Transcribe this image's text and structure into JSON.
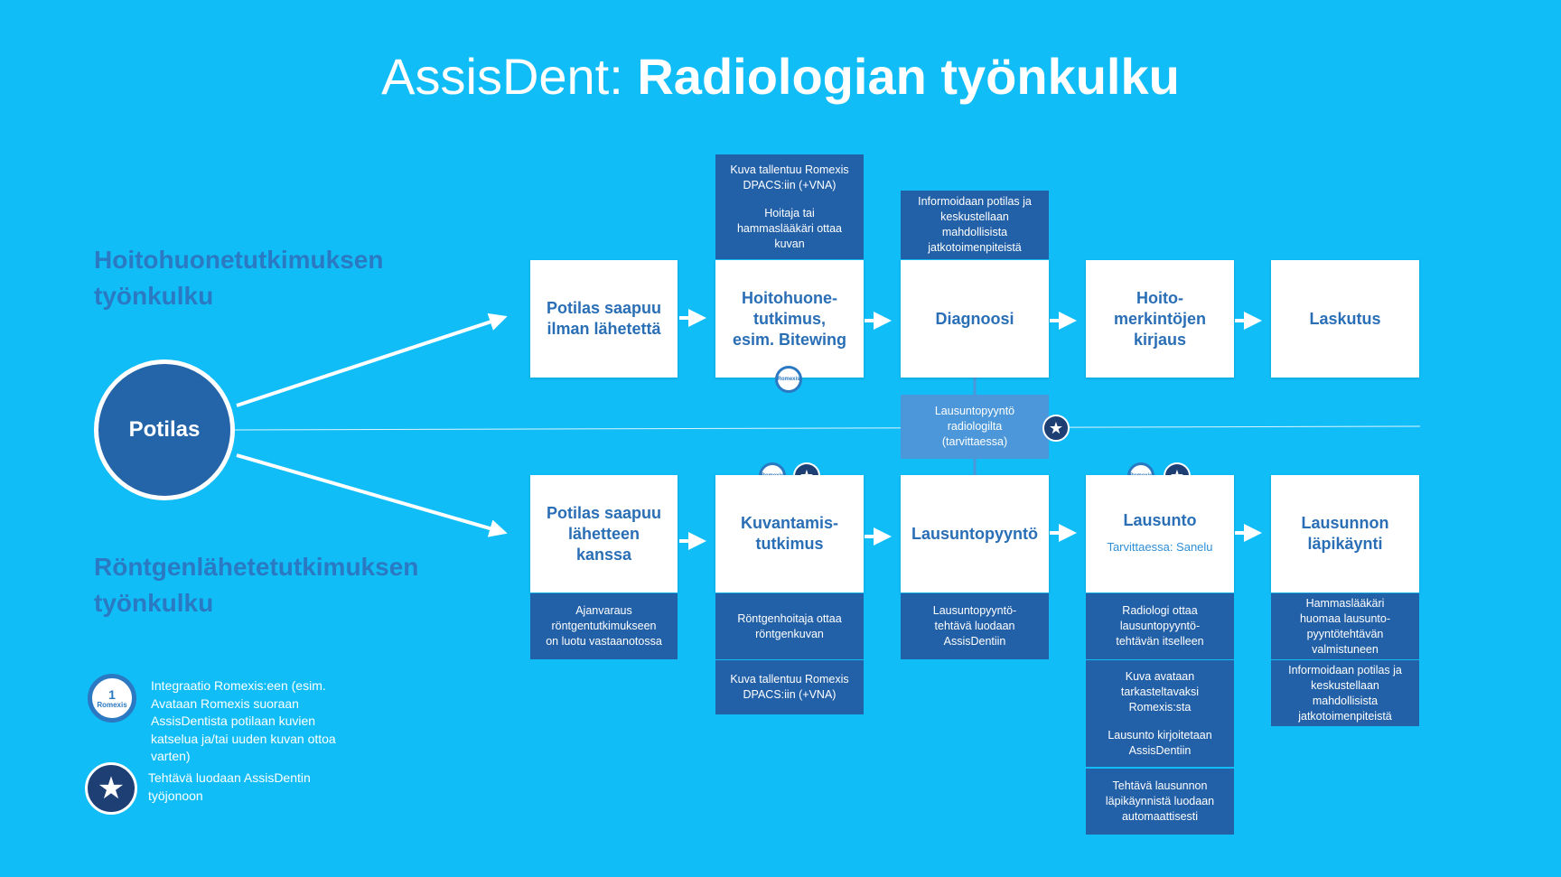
{
  "title": {
    "light": "AssisDent:",
    "bold": "Radiologian työnkulku"
  },
  "lanes": {
    "top": {
      "line1": "Hoitohuonetutkimuksen",
      "line2": "työnkulku"
    },
    "bottom": {
      "line1": "Röntgenlähetetutkimuksen",
      "line2": "työnkulku"
    }
  },
  "patient": {
    "label": "Potilas"
  },
  "top_steps": [
    {
      "lines": [
        "Potilas saapuu",
        "ilman lähetettä"
      ]
    },
    {
      "lines": [
        "Hoitohuone-",
        "tutkimus,",
        "esim. Bitewing"
      ]
    },
    {
      "lines": [
        "Diagnoosi"
      ]
    },
    {
      "lines": [
        "Hoito-",
        "merkintöjen",
        "kirjaus"
      ]
    },
    {
      "lines": [
        "Laskutus"
      ]
    }
  ],
  "top_notes": {
    "kuvaus": {
      "p1": [
        "Kuva tallentuu Romexis",
        "DPACS:iin (+VNA)"
      ],
      "p2": [
        "Hoitaja tai",
        "hammaslääkäri ottaa",
        "kuvan"
      ]
    },
    "diagnoosi": [
      "Informoidaan potilas ja",
      "keskustellaan",
      "mahdollisista",
      "jatkotoimenpiteistä"
    ]
  },
  "middle_note": [
    "Lausuntopyyntö",
    "radiologilta",
    "(tarvittaessa)"
  ],
  "bottom_steps": [
    {
      "lines": [
        "Potilas saapuu",
        "lähetteen",
        "kanssa"
      ]
    },
    {
      "lines": [
        "Kuvantamis-",
        "tutkimus"
      ]
    },
    {
      "lines": [
        "Lausuntopyyntö"
      ]
    },
    {
      "lines": [
        "Lausunto"
      ],
      "sub": "Tarvittaessa: Sanelu"
    },
    {
      "lines": [
        "Lausunnon",
        "läpikäynti"
      ]
    }
  ],
  "bottom_notes": {
    "ajanvaraus": [
      "Ajanvaraus",
      "röntgentutkimukseen",
      "on luotu vastaanotossa"
    ],
    "kuvantaminen1": [
      "Röntgenhoitaja ottaa",
      "röntgenkuvan"
    ],
    "kuvantaminen2": [
      "Kuva tallentuu Romexis",
      "DPACS:iin (+VNA)"
    ],
    "lausuntopyynto": [
      "Lausuntopyyntö-",
      "tehtävä luodaan",
      "AssisDentiin"
    ],
    "lausunto1": [
      "Radiologi ottaa",
      "lausuntopyyntö-",
      "tehtävän itselleen"
    ],
    "lausunto2a": [
      "Kuva avataan",
      "tarkasteltavaksi",
      "Romexis:sta"
    ],
    "lausunto2b": [
      "Lausunto kirjoitetaan",
      "AssisDentiin"
    ],
    "lausunto3": [
      "Tehtävä lausunnon",
      "läpikäynnistä luodaan",
      "automaattisesti"
    ],
    "lapikaynti1": [
      "Hammaslääkäri",
      "huomaa lausunto-",
      "pyyntötehtävän",
      "valmistuneen"
    ],
    "lapikaynti2": [
      "Informoidaan potilas ja",
      "keskustellaan",
      "mahdollisista",
      "jatkotoimenpiteistä"
    ]
  },
  "legend": {
    "romexis_text": [
      "Integraatio Romexis:een (esim.",
      "Avataan Romexis suoraan",
      "AssisDentista potilaan kuvien",
      "katselua ja/tai uuden kuvan ottoa",
      "varten)"
    ],
    "star_text": [
      "Tehtävä luodaan AssisDentin",
      "työjonoon"
    ],
    "romexis_icon_number": "1",
    "romexis_icon_label": "Romexis"
  },
  "icons": {
    "romexis": "romexis-integration-icon",
    "star": "worklist-star-icon",
    "arrow": "arrow-icon"
  },
  "colors": {
    "background": "#11bdf7",
    "dark_blue": "#2260a8",
    "text_blue": "#2a6fb6",
    "star_badge": "#1e3f74",
    "light_note": "#4c97d9"
  }
}
